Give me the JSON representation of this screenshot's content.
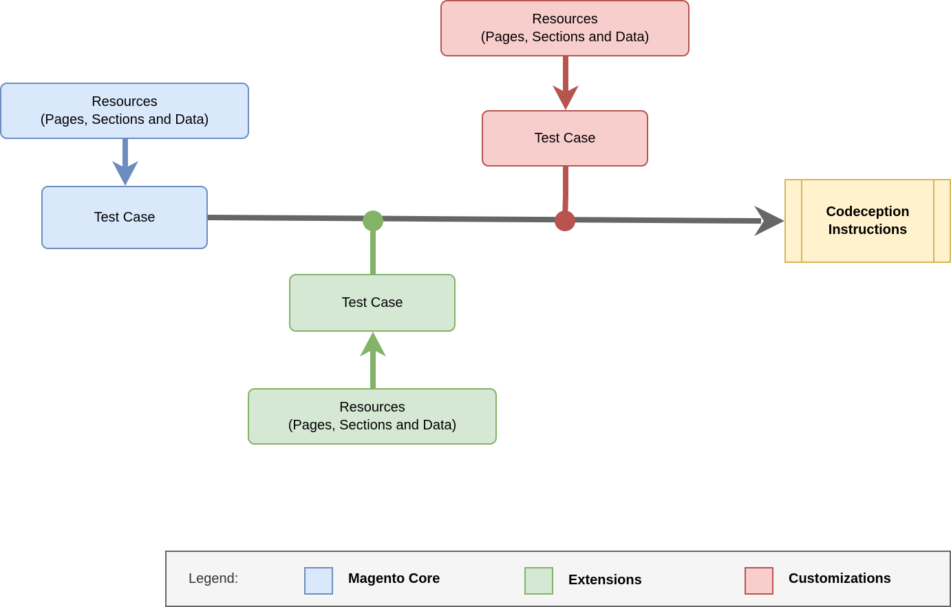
{
  "colors": {
    "blue_fill": "#dae8fc",
    "blue_stroke": "#6c8ebf",
    "green_fill": "#d5e8d4",
    "green_stroke": "#82b366",
    "red_fill": "#f8cecc",
    "red_stroke": "#b85450",
    "yellow_fill": "#fff2cc",
    "yellow_stroke": "#d6b656",
    "main_line": "#666666"
  },
  "core": {
    "resources_line1": "Resources",
    "resources_line2": "(Pages, Sections and Data)",
    "test_case": "Test Case"
  },
  "extensions": {
    "resources_line1": "Resources",
    "resources_line2": "(Pages, Sections and Data)",
    "test_case": "Test Case"
  },
  "customizations": {
    "resources_line1": "Resources",
    "resources_line2": "(Pages, Sections and Data)",
    "test_case": "Test Case"
  },
  "output": {
    "line1": "Codeception",
    "line2": "Instructions"
  },
  "legend": {
    "title": "Legend:",
    "items": [
      {
        "label": "Magento Core"
      },
      {
        "label": "Extensions"
      },
      {
        "label": "Customizations"
      }
    ]
  }
}
